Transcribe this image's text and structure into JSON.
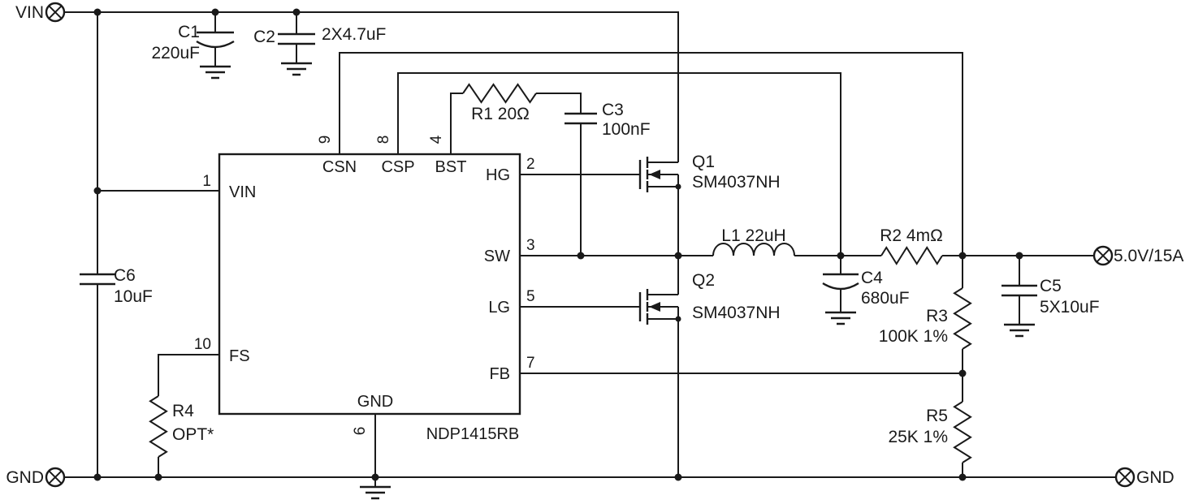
{
  "terminals": {
    "vin": {
      "label": "VIN"
    },
    "gnd_left": {
      "label": "GND"
    },
    "output": {
      "label": "5.0V/15A"
    },
    "gnd_right": {
      "label": "GND"
    }
  },
  "ic": {
    "part_number": "NDP1415RB",
    "pins": {
      "vin": {
        "number": "1",
        "name": "VIN"
      },
      "fs": {
        "number": "10",
        "name": "FS"
      },
      "csn": {
        "number": "9",
        "name": "CSN"
      },
      "csp": {
        "number": "8",
        "name": "CSP"
      },
      "bst": {
        "number": "4",
        "name": "BST"
      },
      "hg": {
        "number": "2",
        "name": "HG"
      },
      "sw": {
        "number": "3",
        "name": "SW"
      },
      "lg": {
        "number": "5",
        "name": "LG"
      },
      "fb": {
        "number": "7",
        "name": "FB"
      },
      "gnd": {
        "number": "6",
        "name": "GND"
      }
    }
  },
  "components": {
    "c1": {
      "ref": "C1",
      "value": "220uF"
    },
    "c2": {
      "ref": "C2",
      "value": "2X4.7uF"
    },
    "c3": {
      "ref": "C3",
      "value": "100nF"
    },
    "c4": {
      "ref": "C4",
      "value": "680uF"
    },
    "c5": {
      "ref": "C5",
      "value": "5X10uF"
    },
    "c6": {
      "ref": "C6",
      "value": "10uF"
    },
    "r1": {
      "label": "R1 20Ω"
    },
    "r2": {
      "label": "R2  4mΩ"
    },
    "r3": {
      "ref": "R3",
      "value": "100K 1%"
    },
    "r4": {
      "ref": "R4",
      "value": "OPT*"
    },
    "r5": {
      "ref": "R5",
      "value": "25K 1%"
    },
    "l1": {
      "label": "L1  22uH"
    },
    "q1": {
      "ref": "Q1",
      "value": "SM4037NH"
    },
    "q2": {
      "ref": "Q2",
      "value": "SM4037NH"
    }
  },
  "colors": {
    "line": "#1a1a1a",
    "background": "#ffffff"
  }
}
